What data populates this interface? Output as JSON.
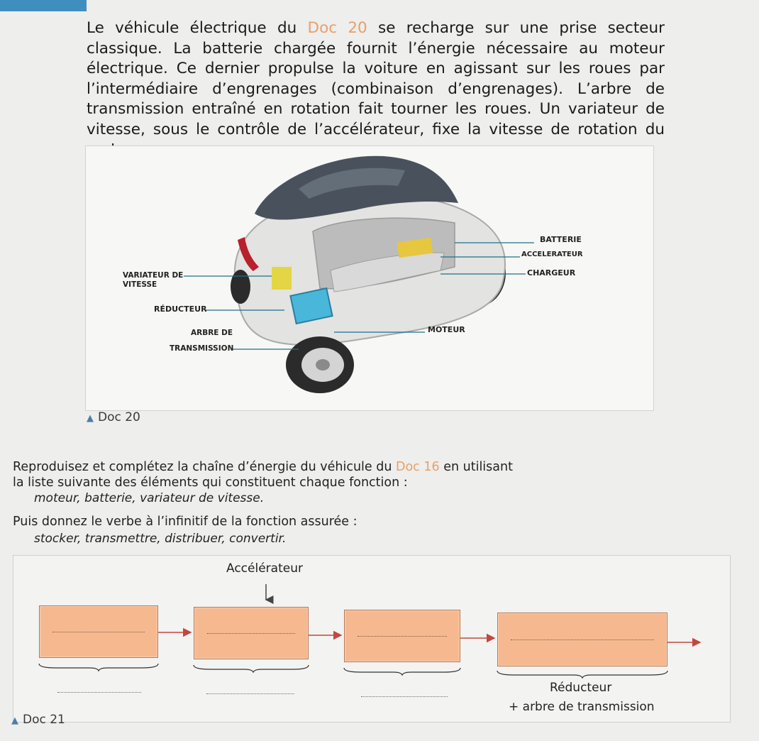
{
  "intro": {
    "part1": "Le véhicule électrique du ",
    "doc_ref": "Doc 20",
    "part2": " se recharge sur une prise secteur classique. La batterie chargée fournit l’énergie nécessaire au moteur électrique. Ce dernier propulse la voiture en agissant sur les roues par l’intermédiaire d’engrenages (combinaison d’engrenages). L’arbre de transmission entraîné en rotation fait tourner les roues. Un variateur de vitesse, sous le contrôle de l’accélérateur, fixe la vitesse de rotation du moteur."
  },
  "figure": {
    "labels": {
      "batterie": "BATTERIE",
      "accelerateur": "ACCELERATEUR",
      "chargeur": "CHARGEUR",
      "variateur_1": "VARIATEUR DE",
      "variateur_2": "VITESSE",
      "reducteur": "RÉDUCTEUR",
      "arbre_1": "ARBRE DE",
      "arbre_2": "TRANSMISSION",
      "moteur": "MOTEUR"
    },
    "caption": "Doc 20"
  },
  "instructions": {
    "line1_part1": "Reproduisez et complétez la chaîne d’énergie du véhicule du ",
    "line1_doc_ref": "Doc 16",
    "line1_part2": " en utilisant la liste suivante des éléments qui constituent chaque fonction :",
    "list1": "moteur, batterie, variateur de vitesse.",
    "line2": "Puis donnez le verbe à l’infinitif de la fonction assurée :",
    "list2": "stocker, transmettre, distribuer, convertir."
  },
  "chain": {
    "accelerateur": "Accélérateur",
    "reducteur": "Réducteur",
    "arbre": "+ arbre de transmission",
    "caption": "Doc 21"
  },
  "colors": {
    "box_fill": "#f6b98f",
    "arrow": "#c2473f",
    "doc_ref": "#e8a06a",
    "caption_triangle": "#4a7fa8"
  }
}
